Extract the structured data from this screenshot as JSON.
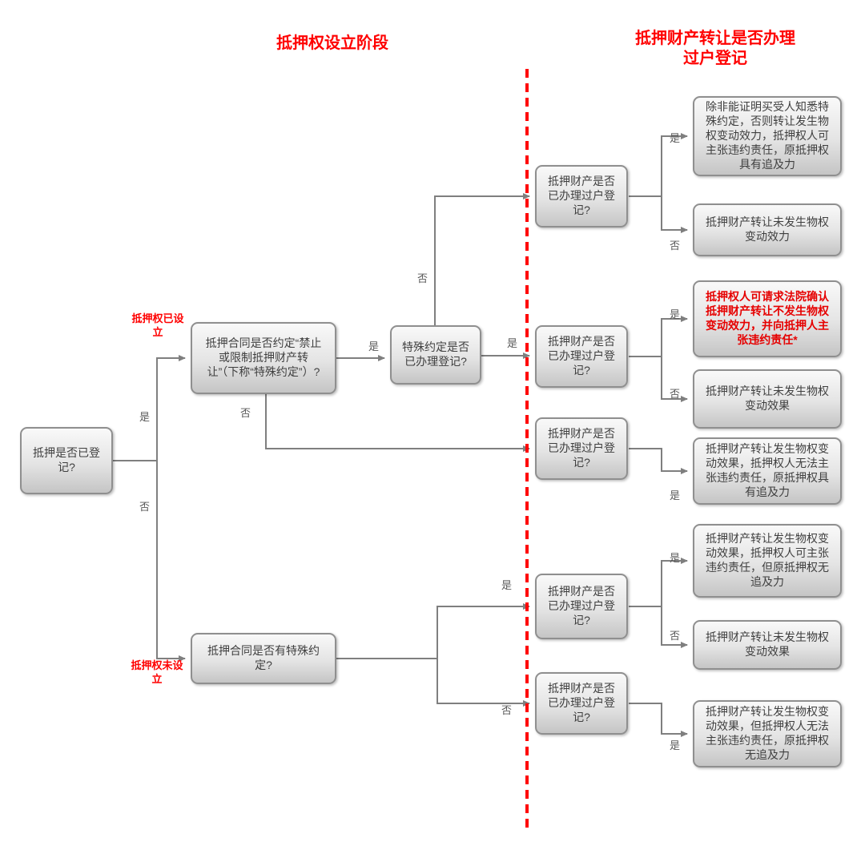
{
  "headers": {
    "stage_left": "抵押权设立阶段",
    "stage_right": "抵押财产转让是否办理过户登记"
  },
  "labels": {
    "yes": "是",
    "no": "否",
    "established": "抵押权已设立",
    "not_established": "抵押权未设立"
  },
  "nodes": {
    "mortgage_registered": "抵押是否已登记?",
    "contract_special_clause": "抵押合同是否约定“禁止或限制抵押财产转让”（下称“特殊约定”）?",
    "special_clause_registered": "特殊约定是否已办理登记?",
    "transfer_registered": "抵押财产是否已办理过户登记?",
    "contract_has_special": "抵押合同是否有特殊约定?"
  },
  "results": {
    "r1": "除非能证明买受人知悉特殊约定，否则转让发生物权变动效力，抵押权人可主张违约责任，原抵押权具有追及力",
    "r2": "抵押财产转让未发生物权变动效力",
    "r3": "抵押权人可请求法院确认抵押财产转让不发生物权变动效力，并向抵押人主张违约责任*",
    "r4": "抵押财产转让未发生物权变动效果",
    "r5": "抵押财产转让发生物权变动效果，抵押权人无法主张违约责任，原抵押权具有追及力",
    "r6": "抵押财产转让发生物权变动效果，抵押权人可主张违约责任，但原抵押权无追及力",
    "r7": "抵押财产转让未发生物权变动效果",
    "r8": "抵押财产转让发生物权变动效果，但抵押权人无法主张违约责任，原抵押权无追及力"
  },
  "colors": {
    "accent_red": "#ff0000",
    "connector_gray": "#7f7f7f",
    "node_border": "#8f8f8f"
  }
}
